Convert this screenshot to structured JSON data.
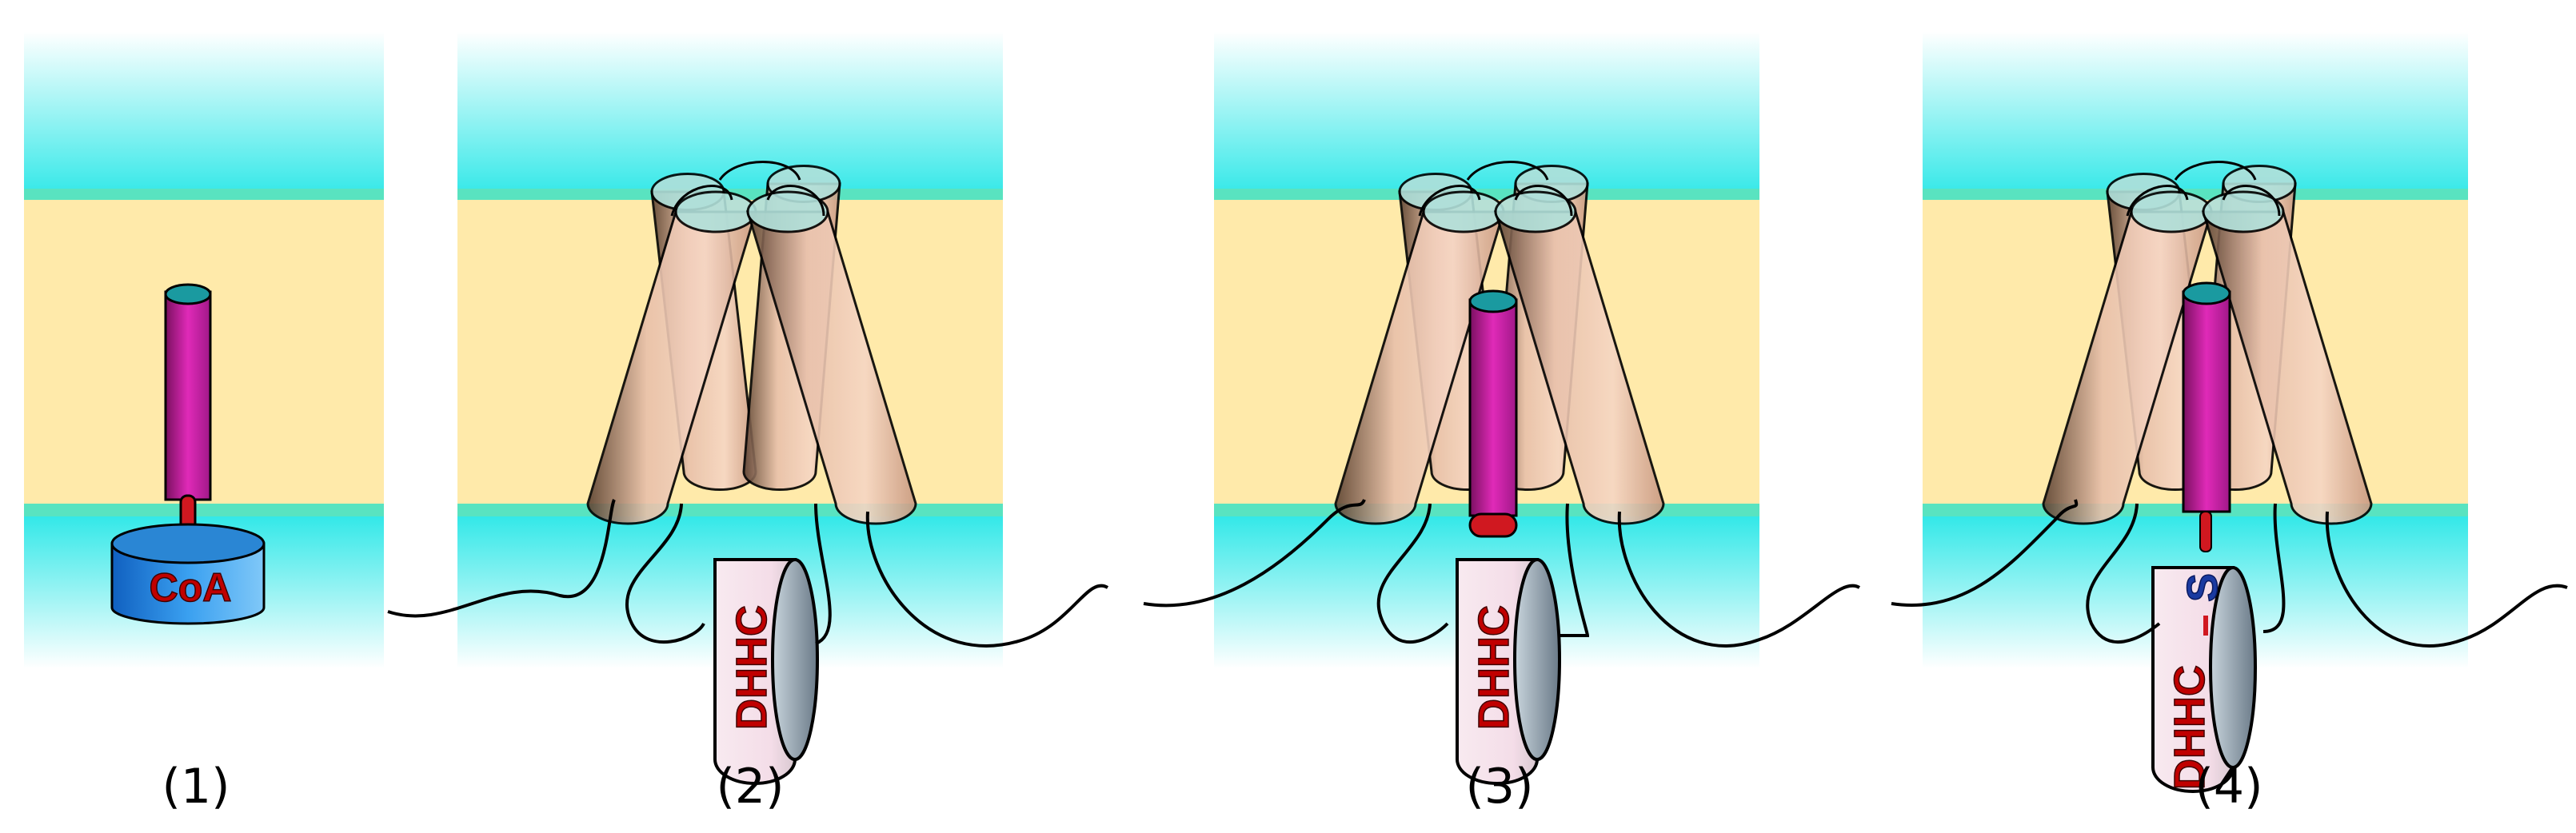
{
  "panels": [
    {
      "label": "(1)",
      "molecule": "CoA",
      "has_enzyme": false,
      "palmitoyl_position": "free",
      "stage_description": "",
      "thioester": null
    },
    {
      "label": "(2)",
      "enzyme": "DHHC",
      "has_enzyme": true,
      "palmitoyl_position": "none"
    },
    {
      "label": "(3)",
      "enzyme": "DHHC",
      "has_enzyme": true,
      "palmitoyl_position": "inserted"
    },
    {
      "label": "(4)",
      "enzyme": "DHHC",
      "has_enzyme": true,
      "palmitoyl_position": "attached",
      "thioester": "S"
    }
  ],
  "colors": {
    "aqueous": "#33e8e8",
    "membrane_core": "#ffeaaa",
    "membrane_edge": "#59e3c0",
    "helix_body": "#f0c8b4",
    "helix_cap": "#b0e0da",
    "palmitate": "#d21fa8",
    "palmitate_cap": "#1a9aa0",
    "coa_body": "#2a8ad8",
    "label_red": "#c00000",
    "sulfur_blue": "#1a3aa0",
    "enzyme_fill": "#f7e6ee"
  }
}
